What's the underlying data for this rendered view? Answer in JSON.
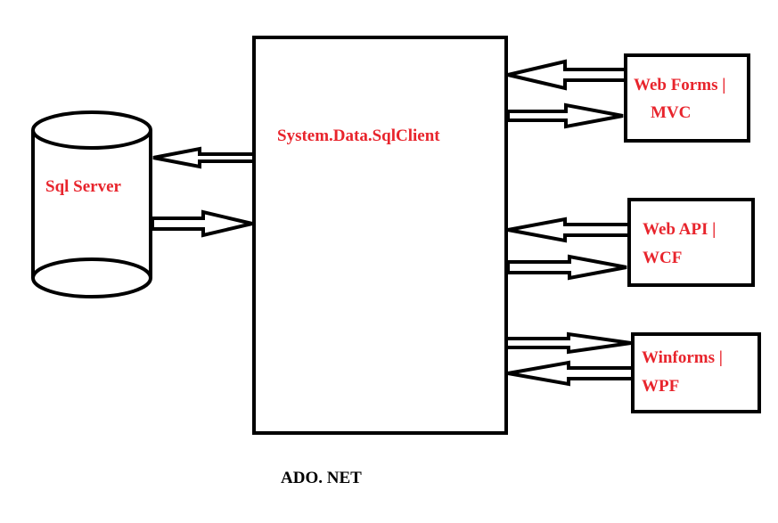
{
  "colors": {
    "label": "#e8242c",
    "stroke": "#000000",
    "background": "#ffffff"
  },
  "nodes": {
    "database": {
      "label": "Sql Server"
    },
    "provider": {
      "label": "System.Data.SqlClient"
    },
    "webforms": {
      "line1": "Web Forms |",
      "line2": "MVC"
    },
    "webapi": {
      "line1": "Web API |",
      "line2": "WCF"
    },
    "winforms": {
      "line1": "Winforms |",
      "line2": "WPF"
    }
  },
  "caption": "ADO. NET"
}
